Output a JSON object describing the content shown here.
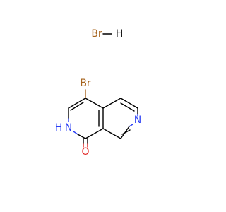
{
  "molecule": {
    "salt": {
      "bromine_label": "Br",
      "hydrogen_label": "H"
    },
    "atoms": {
      "bromine": "Br",
      "nh_h": "H",
      "nh_n": "N",
      "pyridine_n": "N",
      "oxygen": "O"
    },
    "colors": {
      "bromine": "#a7641e",
      "nitrogen": "#2a3ff5",
      "oxygen": "#e0201e",
      "carbon": "#000000"
    }
  }
}
